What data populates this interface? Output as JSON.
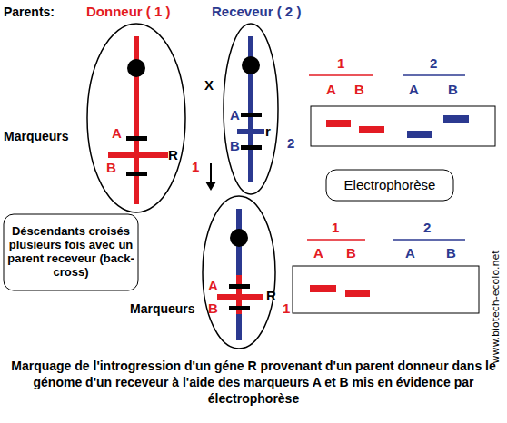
{
  "diagram": {
    "caption": "Marquage de l'introgression d'un géne R provenant d'un parent donneur dans le génome d'un receveur à l'aide des marqueurs A et B mis en évidence par électrophorèse",
    "nodes": [
      {
        "text": [
          "A",
          "R",
          "B"
        ]
      },
      {
        "text": [
          "A",
          "r",
          "B"
        ]
      },
      {
        "text": [
          "Electrophorèse"
        ]
      },
      {
        "text": [
          "Déscendants croisés plusieurs fois avec un parent receveur (back-cross)"
        ]
      },
      {
        "text": [
          "A",
          "R",
          "B"
        ]
      }
    ],
    "labels": [
      "Parents:",
      "Donneur ( 1 )",
      "Receveur ( 2 )",
      "Marqueurs",
      "X",
      "1",
      "2",
      "1",
      "A",
      "B",
      "2",
      "A",
      "B",
      "Marqueurs",
      "1",
      "1",
      "A",
      "B",
      "2",
      "A",
      "B",
      "www.biotech-ecolo.net"
    ]
  }
}
